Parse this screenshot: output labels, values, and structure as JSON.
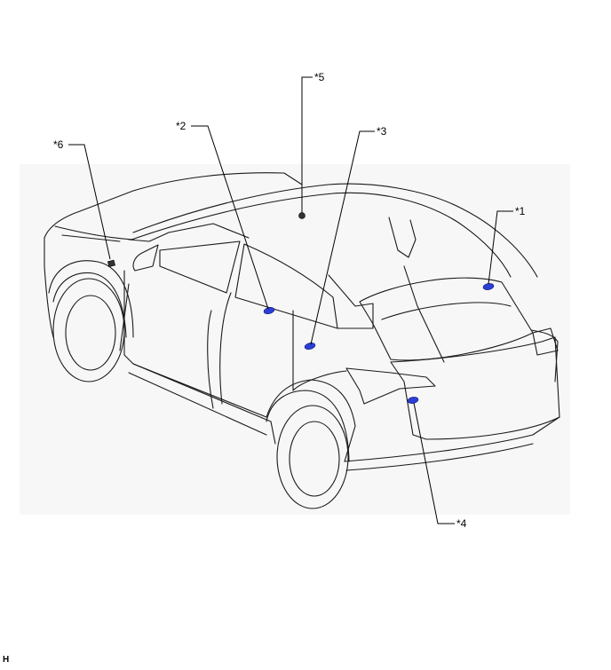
{
  "callouts": [
    {
      "id": "c1",
      "label": "*1"
    },
    {
      "id": "c2",
      "label": "*2"
    },
    {
      "id": "c3",
      "label": "*3"
    },
    {
      "id": "c4",
      "label": "*4"
    },
    {
      "id": "c5",
      "label": "*5"
    },
    {
      "id": "c6",
      "label": "*6"
    }
  ],
  "corner_mark": "H",
  "colors": {
    "part_highlight": "#2b3fd6",
    "line": "#1a1a1a"
  }
}
